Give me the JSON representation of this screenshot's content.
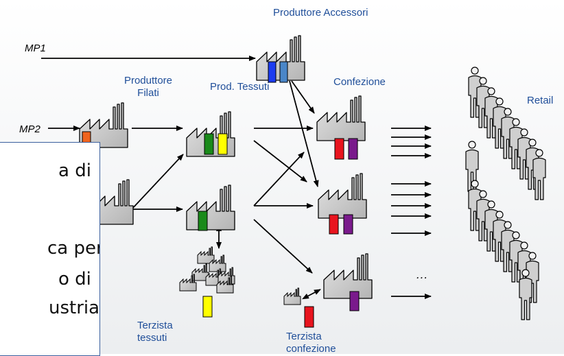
{
  "labels": {
    "produttore_accessori": "Produttore Accessori",
    "mp1": "MP1",
    "mp2": "MP2",
    "produttore_filati_1": "Produttore",
    "produttore_filati_2": "Filati",
    "prod_tessuti": "Prod. Tessuti",
    "confezione": "Confezione",
    "retail": "Retail",
    "terzista_tessuti_1": "Terzista",
    "terzista_tessuti_2": "tessuti",
    "terzista_confezione_1": "Terzista",
    "terzista_confezione_2": "confezione",
    "ellipsis": "…"
  },
  "textbox": {
    "line1": "a di",
    "line2": "ca per",
    "line3": "o di",
    "line4": "ustria"
  },
  "colors": {
    "label_blue": "#1f4e99",
    "factory_gray": "#c9c9c9",
    "green": "#1a8a1a",
    "yellow": "#ffff00",
    "red": "#e8141e",
    "purple": "#7a1a8c",
    "blue": "#1c3cf0",
    "steel_blue": "#4a86c8",
    "orange": "#f0641e"
  },
  "icons": {
    "factory": "factory-icon",
    "person": "person-icon",
    "arrow": "arrow"
  }
}
